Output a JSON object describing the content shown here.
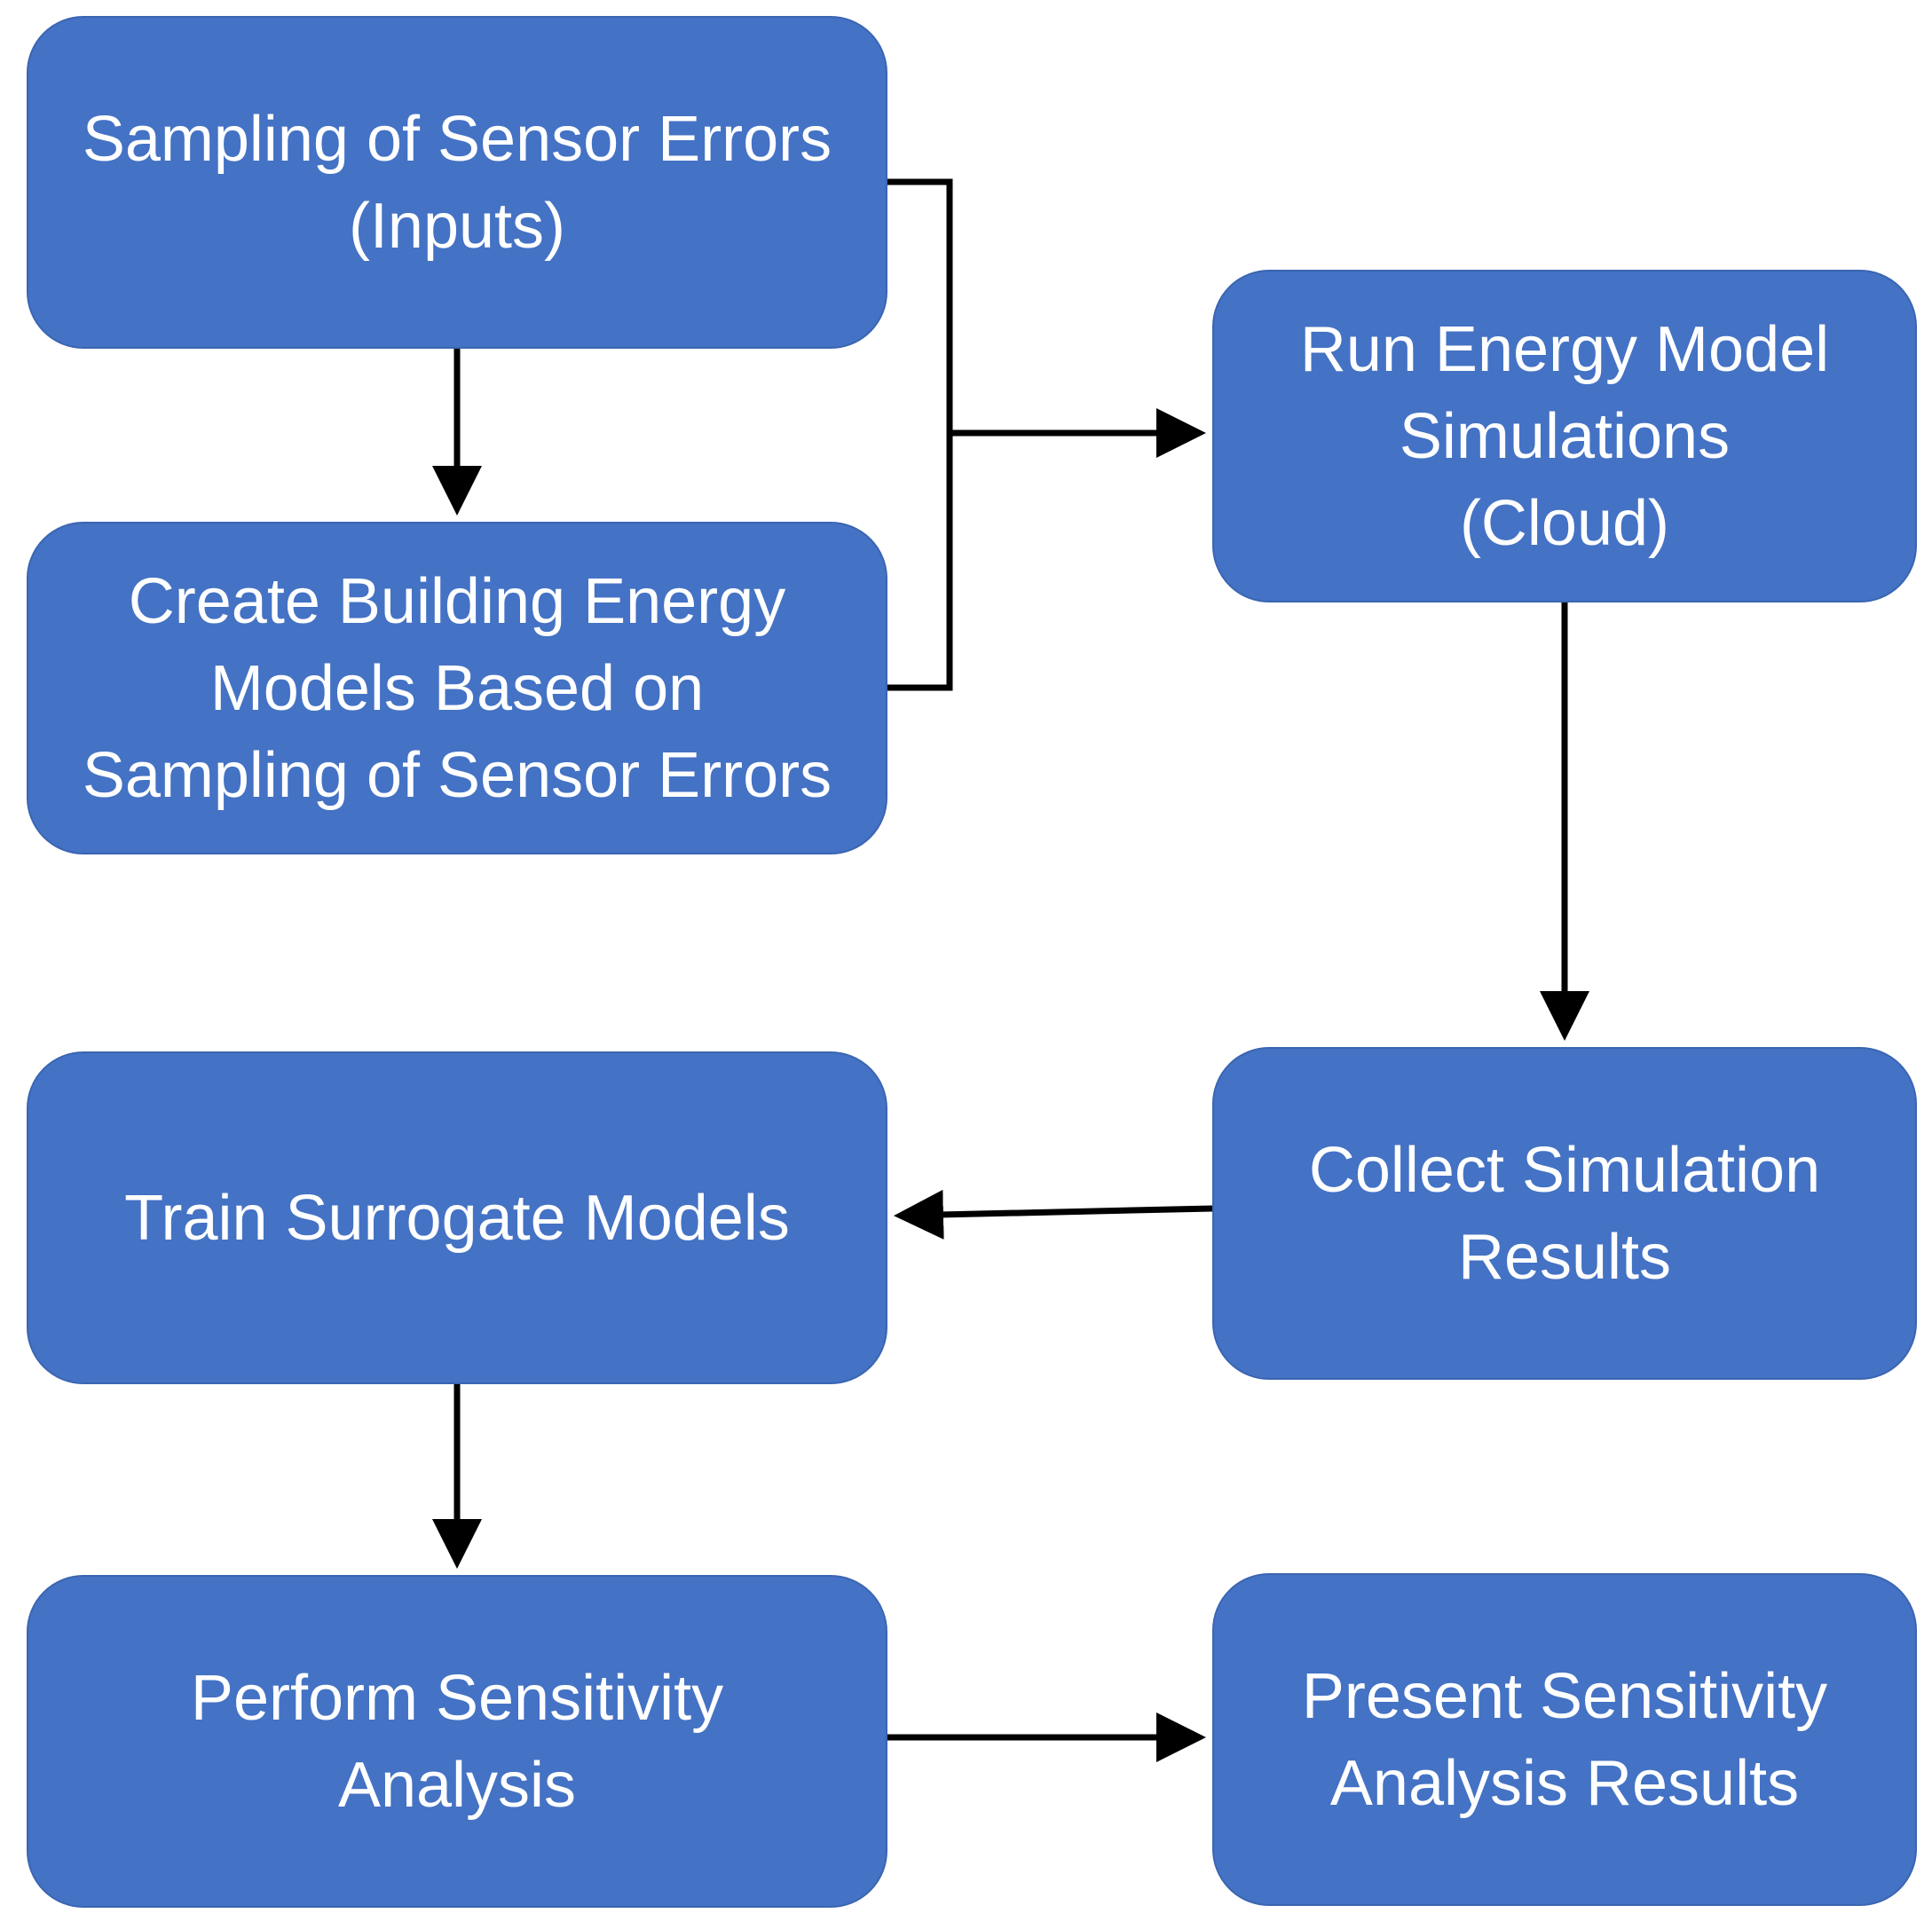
{
  "boxes": {
    "sampling": "Sampling of Sensor Errors\n(Inputs)",
    "create_models": "Create Building Energy\nModels Based on\nSampling of Sensor Errors",
    "run_simulations": "Run Energy Model\nSimulations\n(Cloud)",
    "collect_results": "Collect Simulation\nResults",
    "train_surrogate": "Train Surrogate Models",
    "perform_analysis": "Perform Sensitivity\nAnalysis",
    "present_results": "Present Sensitivity\nAnalysis Results"
  },
  "colors": {
    "box_fill": "#4472C4",
    "box_text": "#ffffff",
    "connector": "#000000"
  }
}
